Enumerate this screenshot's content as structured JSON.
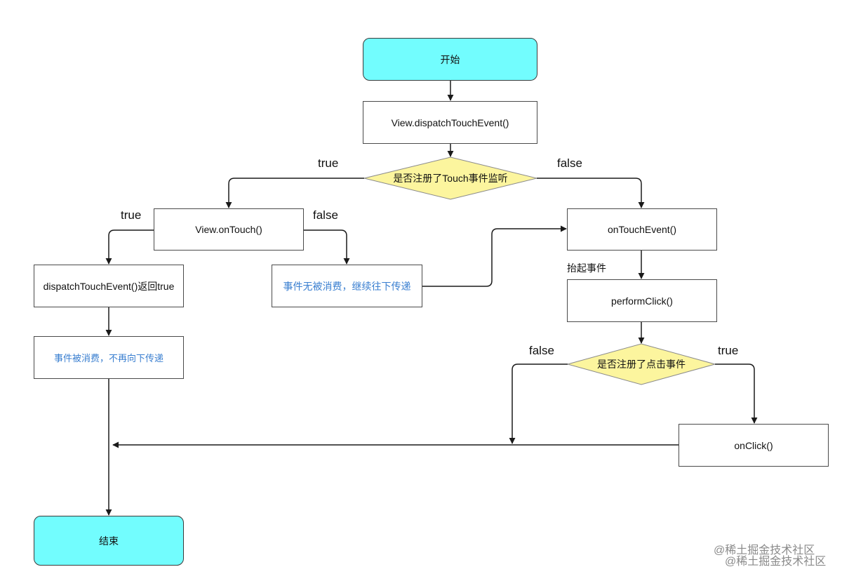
{
  "colors": {
    "terminal_fill": "#72fdfe",
    "decision_fill": "#fcf59e",
    "decision_stroke": "#8a8a8a",
    "box_stroke": "#4a4a4a",
    "edge": "#1a1a1a",
    "blue_text": "#3a7fd0"
  },
  "nodes": {
    "start": "开始",
    "dispatch": "View.dispatchTouchEvent()",
    "decision_touch": "是否注册了Touch事件监听",
    "on_touch": "View.onTouch()",
    "dispatch_return_true": "dispatchTouchEvent()返回true",
    "consumed_stop": "事件被消费，不再向下传递",
    "not_consumed_continue": "事件无被消费，继续往下传递",
    "on_touch_event": "onTouchEvent()",
    "perform_click": "performClick()",
    "decision_click": "是否注册了点击事件",
    "on_click": "onClick()",
    "end": "结束"
  },
  "edge_labels": {
    "touch_true": "true",
    "touch_false": "false",
    "ontouch_true": "true",
    "ontouch_false": "false",
    "lift_event": "抬起事件",
    "click_false": "false",
    "click_true": "true"
  },
  "watermark": {
    "line1": "@稀土掘金技术社区",
    "line2": "@稀土掘金技术社区"
  }
}
